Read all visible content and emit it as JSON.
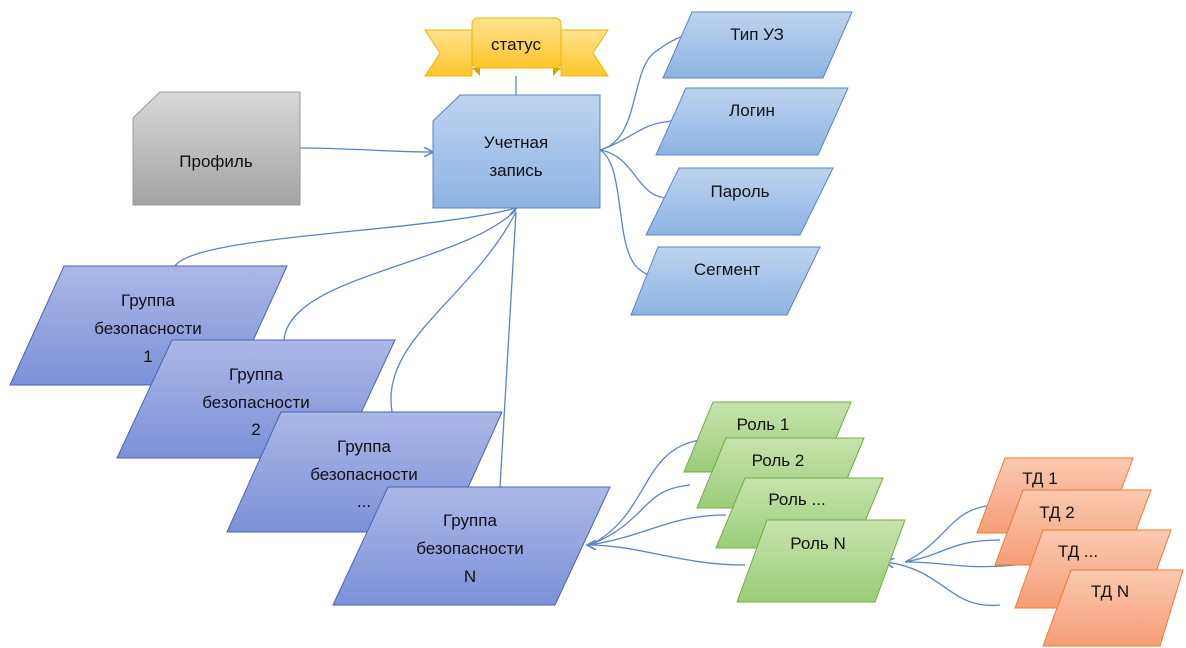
{
  "colors": {
    "blue_light_top": "#b9d1ee",
    "blue_light_bottom": "#8fb4e3",
    "blue_border": "#5b84c4",
    "group_top": "#aab6e6",
    "group_bottom": "#7c92d9",
    "group_border": "#4a63b3",
    "gray_top": "#d6d6d6",
    "gray_bottom": "#a6a6a6",
    "green_top": "#c4e3aa",
    "green_bottom": "#9ccf79",
    "green_border": "#70ad47",
    "orange_top": "#fbc6ad",
    "orange_bottom": "#f4a07a",
    "orange_border": "#ed7d31",
    "ribbon_top": "#ffe18a",
    "ribbon_bottom": "#ffc933"
  },
  "nodes": {
    "status": "статус",
    "profile": "Профиль",
    "account": [
      "Учетная",
      "запись"
    ],
    "attr_type": "Тип УЗ",
    "attr_login": "Логин",
    "attr_password": "Пароль",
    "attr_segment": "Сегмент",
    "group_1": [
      "Группа",
      "безопасности",
      "1"
    ],
    "group_2": [
      "Группа",
      "безопасности",
      "2"
    ],
    "group_dots": [
      "Группа",
      "безопасности",
      "..."
    ],
    "group_n": [
      "Группа",
      "безопасности",
      "N"
    ],
    "role_1": "Роль 1",
    "role_2": "Роль 2",
    "role_dots": "Роль ...",
    "role_n": "Роль N",
    "td_1": "ТД 1",
    "td_2": "ТД 2",
    "td_dots": "ТД ...",
    "td_n": "ТД N"
  }
}
